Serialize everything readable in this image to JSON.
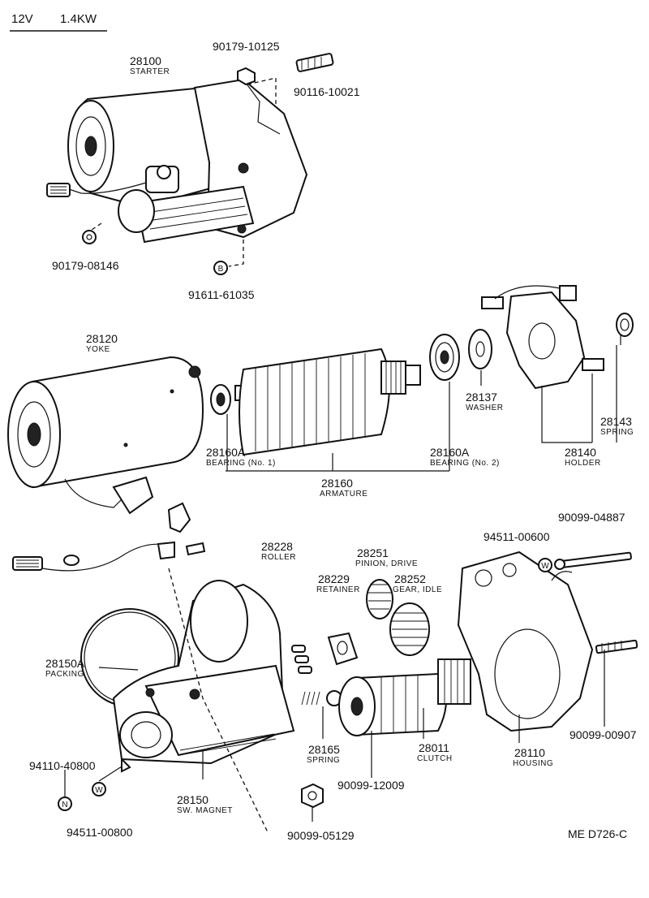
{
  "header": {
    "voltage": "12V",
    "power": "1.4KW"
  },
  "footer": {
    "code": "ME  D726-C"
  },
  "callouts": [
    {
      "id": "c-28100",
      "number": "28100",
      "name": "STARTER"
    },
    {
      "id": "c-90179-10125",
      "number": "90179-10125",
      "name": ""
    },
    {
      "id": "c-90116-10021",
      "number": "90116-10021",
      "name": ""
    },
    {
      "id": "c-90179-08146",
      "number": "90179-08146",
      "name": ""
    },
    {
      "id": "c-91611-61035",
      "number": "91611-61035",
      "name": ""
    },
    {
      "id": "c-28120",
      "number": "28120",
      "name": "YOKE"
    },
    {
      "id": "c-28137",
      "number": "28137",
      "name": "WASHER"
    },
    {
      "id": "c-28143",
      "number": "28143",
      "name": "SPRING"
    },
    {
      "id": "c-28140",
      "number": "28140",
      "name": "HOLDER"
    },
    {
      "id": "c-28160a-1",
      "number": "28160A",
      "name": "BEARING (No. 1)"
    },
    {
      "id": "c-28160a-2",
      "number": "28160A",
      "name": "BEARING (No. 2)"
    },
    {
      "id": "c-28160",
      "number": "28160",
      "name": "ARMATURE"
    },
    {
      "id": "c-28228",
      "number": "28228",
      "name": "ROLLER"
    },
    {
      "id": "c-28251",
      "number": "28251",
      "name": "PINION, DRIVE"
    },
    {
      "id": "c-28229",
      "number": "28229",
      "name": "RETAINER"
    },
    {
      "id": "c-28252",
      "number": "28252",
      "name": "GEAR, IDLE"
    },
    {
      "id": "c-94511-00600",
      "number": "94511-00600",
      "name": ""
    },
    {
      "id": "c-90099-04887",
      "number": "90099-04887",
      "name": ""
    },
    {
      "id": "c-28150a",
      "number": "28150A",
      "name": "PACKING"
    },
    {
      "id": "c-28165",
      "number": "28165",
      "name": "SPRING"
    },
    {
      "id": "c-28011",
      "number": "28011",
      "name": "CLUTCH"
    },
    {
      "id": "c-28110",
      "number": "28110",
      "name": "HOUSING"
    },
    {
      "id": "c-90099-00907",
      "number": "90099-00907",
      "name": ""
    },
    {
      "id": "c-94110-40800",
      "number": "94110-40800",
      "name": ""
    },
    {
      "id": "c-90099-12009",
      "number": "90099-12009",
      "name": ""
    },
    {
      "id": "c-28150",
      "number": "28150",
      "name": "SW. MAGNET"
    },
    {
      "id": "c-94511-00800",
      "number": "94511-00800",
      "name": ""
    },
    {
      "id": "c-90099-05129",
      "number": "90099-05129",
      "name": ""
    }
  ],
  "markers": {
    "b": "B",
    "w1": "W",
    "w2": "W",
    "n": "N"
  }
}
